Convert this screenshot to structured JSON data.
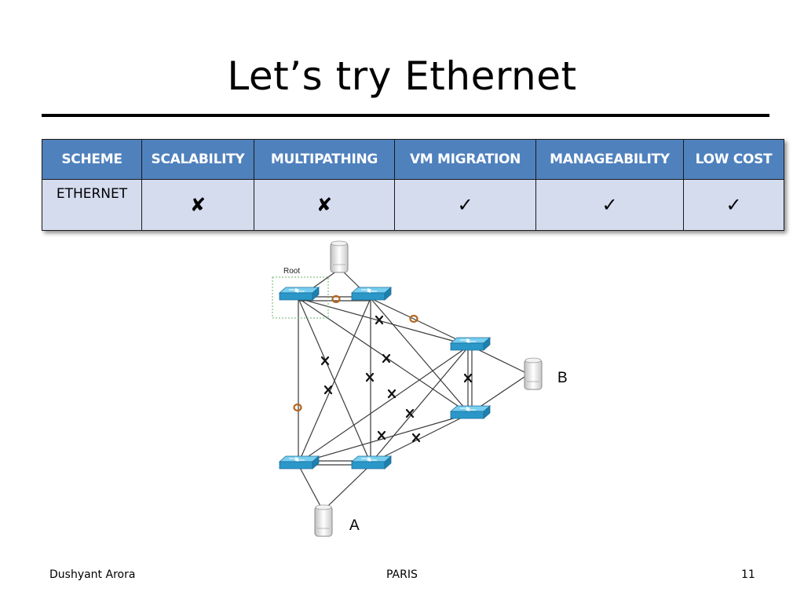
{
  "slide": {
    "title": "Let’s try Ethernet"
  },
  "table": {
    "headers": [
      "SCHEME",
      "SCALABILITY",
      "MULTIPATHING",
      "VM MIGRATION",
      "MANAGEABILITY",
      "LOW COST"
    ],
    "rows": [
      {
        "label": "ETHERNET",
        "cells": [
          "✘",
          "✘",
          "✓",
          "✓",
          "✓"
        ]
      }
    ],
    "colors": {
      "header_bg": "#4f81bd",
      "row_bg": "#d4dcee"
    }
  },
  "diagram": {
    "root_label": "Root",
    "host_b_label": "B",
    "host_a_label": "A",
    "colors": {
      "switch": "#3fa9d4",
      "blocked_link": "#000000",
      "used_link": "#b5651d"
    }
  },
  "footer": {
    "author": "Dushyant Arora",
    "venue": "PARIS",
    "page_number": "11"
  }
}
